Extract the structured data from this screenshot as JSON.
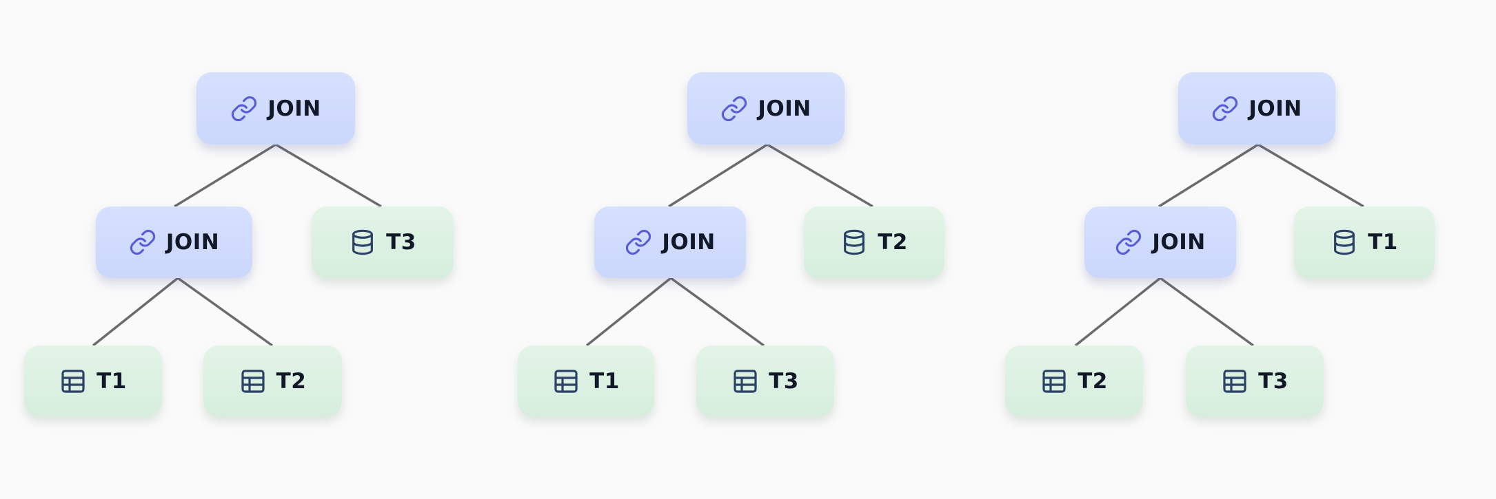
{
  "trees": [
    {
      "root": {
        "label": "JOIN",
        "icon": "link-icon"
      },
      "inner": {
        "label": "JOIN",
        "icon": "link-icon"
      },
      "right": {
        "label": "T3",
        "icon": "database-icon"
      },
      "leaf_left": {
        "label": "T1",
        "icon": "table-icon"
      },
      "leaf_right": {
        "label": "T2",
        "icon": "table-icon"
      }
    },
    {
      "root": {
        "label": "JOIN",
        "icon": "link-icon"
      },
      "inner": {
        "label": "JOIN",
        "icon": "link-icon"
      },
      "right": {
        "label": "T2",
        "icon": "database-icon"
      },
      "leaf_left": {
        "label": "T1",
        "icon": "table-icon"
      },
      "leaf_right": {
        "label": "T3",
        "icon": "table-icon"
      }
    },
    {
      "root": {
        "label": "JOIN",
        "icon": "link-icon"
      },
      "inner": {
        "label": "JOIN",
        "icon": "link-icon"
      },
      "right": {
        "label": "T1",
        "icon": "database-icon"
      },
      "leaf_left": {
        "label": "T2",
        "icon": "table-icon"
      },
      "leaf_right": {
        "label": "T3",
        "icon": "table-icon"
      }
    }
  ],
  "colors": {
    "join_icon": "#5b5bd6",
    "table_icon": "#2b4166",
    "edge": "#6b6b6b"
  }
}
